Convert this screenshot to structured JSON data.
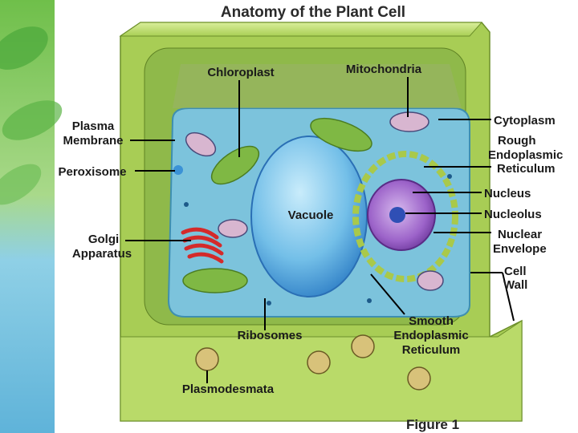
{
  "title": "Anatomy of the Plant Cell",
  "figure_caption": "Figure 1",
  "labels": {
    "chloroplast": "Chloroplast",
    "mitochondria": "Mitochondria",
    "plasma_membrane_1": "Plasma",
    "plasma_membrane_2": "Membrane",
    "peroxisome": "Peroxisome",
    "golgi_1": "Golgi",
    "golgi_2": "Apparatus",
    "vacuole": "Vacuole",
    "ribosomes": "Ribosomes",
    "plasmodesmata": "Plasmodesmata",
    "cytoplasm": "Cytoplasm",
    "rough_er_1": "Rough",
    "rough_er_2": "Endoplasmic",
    "rough_er_3": "Reticulum",
    "nucleus": "Nucleus",
    "nucleolus": "Nucleolus",
    "nuclear_envelope_1": "Nuclear",
    "nuclear_envelope_2": "Envelope",
    "cell_wall_1": "Cell",
    "cell_wall_2": "Wall",
    "smooth_er_1": "Smooth",
    "smooth_er_2": "Endoplasmic",
    "smooth_er_3": "Reticulum"
  },
  "colors": {
    "cell_wall": "#b5d65a",
    "cytoplasm": "#7cc3dc",
    "vacuole": "#5aa6dd",
    "nucleus": "#9a5cc4",
    "golgi": "#d42a2a",
    "chloroplast": "#7fb844"
  }
}
